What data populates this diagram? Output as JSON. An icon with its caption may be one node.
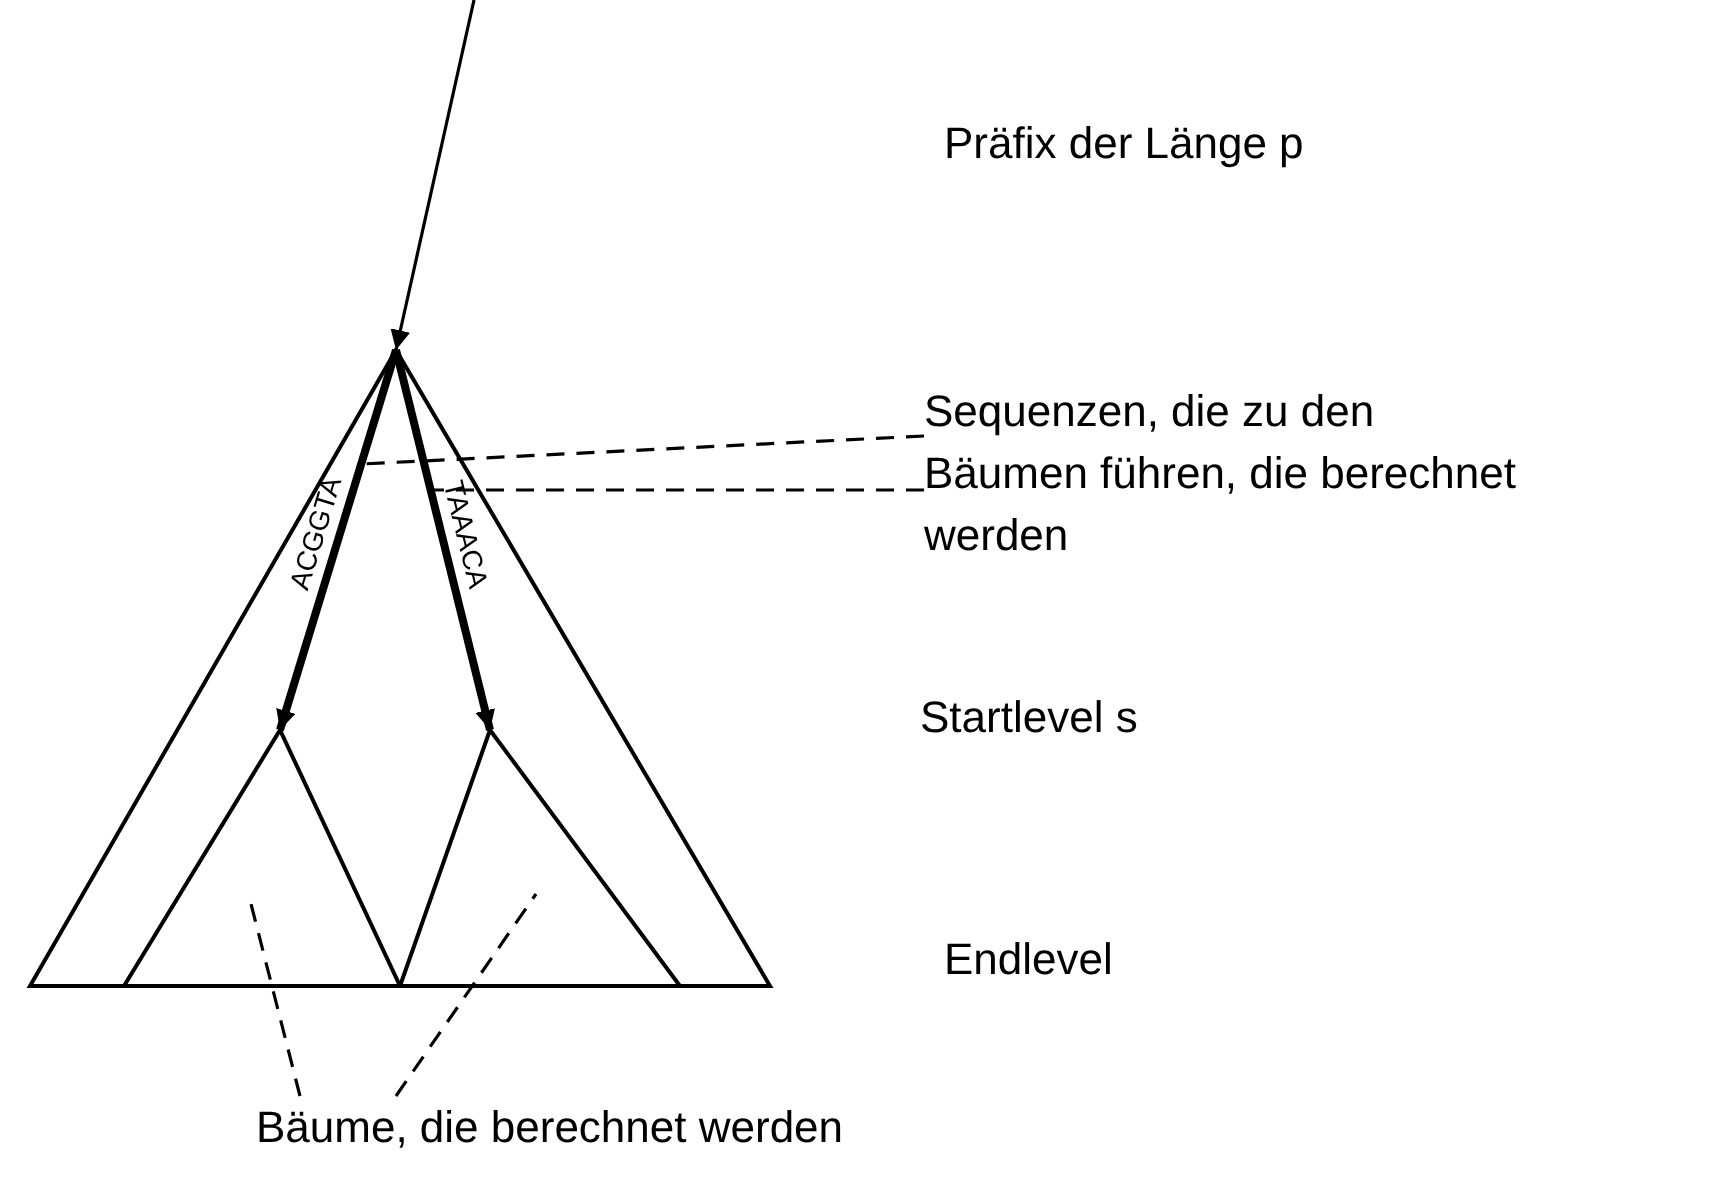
{
  "diagram": {
    "nodes": [
      {
        "text": [],
        "shape": "triangle"
      },
      {
        "text": [],
        "shape": "triangle",
        "in": 0
      },
      {
        "text": [],
        "shape": "triangle",
        "in": 0
      },
      {
        "text": [
          "Sequenzen, die zu den Bäumen führen, die berechnet werden"
        ]
      },
      {
        "text": [
          "Bäume, die berechnet werden"
        ]
      }
    ],
    "edges": [
      {
        "from": null,
        "to": 0,
        "arrow": "to"
      },
      {
        "from": 0,
        "to": 1,
        "arrow": "to",
        "label": "ACGGTA",
        "style": "thick"
      },
      {
        "from": 0,
        "to": 2,
        "arrow": "to",
        "label": "TAAACA",
        "style": "thick"
      },
      {
        "from": 3,
        "to": null,
        "arrow": "none",
        "style": "dashed"
      },
      {
        "from": 3,
        "to": null,
        "arrow": "none",
        "style": "dashed"
      },
      {
        "from": 4,
        "to": 1,
        "arrow": "none",
        "style": "dashed"
      },
      {
        "from": 4,
        "to": 2,
        "arrow": "none",
        "style": "dashed"
      }
    ],
    "labels": [
      "Präfix der Länge p",
      "Startlevel s",
      "Endlevel"
    ]
  }
}
